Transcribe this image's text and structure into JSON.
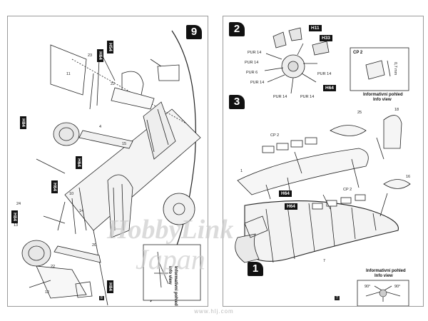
{
  "left_page": {
    "step_number": "9",
    "codes": [
      "H84",
      "H64",
      "H64",
      "H84",
      "H54",
      "H84",
      "H64"
    ],
    "inset_text": [
      "Informativní pohled",
      "Info view"
    ],
    "page_number": "8",
    "part_numbers": [
      "11",
      "22",
      "23",
      "24",
      "13",
      "12",
      "4",
      "15",
      "10",
      "20",
      "14",
      "22"
    ]
  },
  "right_page": {
    "step_2": "2",
    "step_3": "3",
    "step_1": "1",
    "codes": {
      "h11": "H11",
      "h33": "H33",
      "h64_engine": "H64",
      "h64_a": "H64",
      "h64_b": "H64"
    },
    "pur_labels": [
      "PUR 14",
      "PUR 14",
      "PUR 6",
      "PUR 14",
      "PUR 14",
      "PUR 14",
      "PUR 14"
    ],
    "cp2_box": {
      "title": "CP 2",
      "dimension": "0,7 mm",
      "caption": [
        "Informativní pohled",
        "Info view"
      ]
    },
    "cp2_labels": [
      "CP 2",
      "CP 2"
    ],
    "view_box": {
      "caption": [
        "Informativní pohled",
        "Info view"
      ],
      "angle_left": "90°",
      "angle_right": "90°"
    },
    "part_numbers": [
      "25",
      "18",
      "16",
      "1",
      "7"
    ],
    "page_number": "7"
  },
  "watermark": {
    "brand": "HobbyLink",
    "brand_jp": "Japan",
    "url": "www.hlj.com"
  }
}
